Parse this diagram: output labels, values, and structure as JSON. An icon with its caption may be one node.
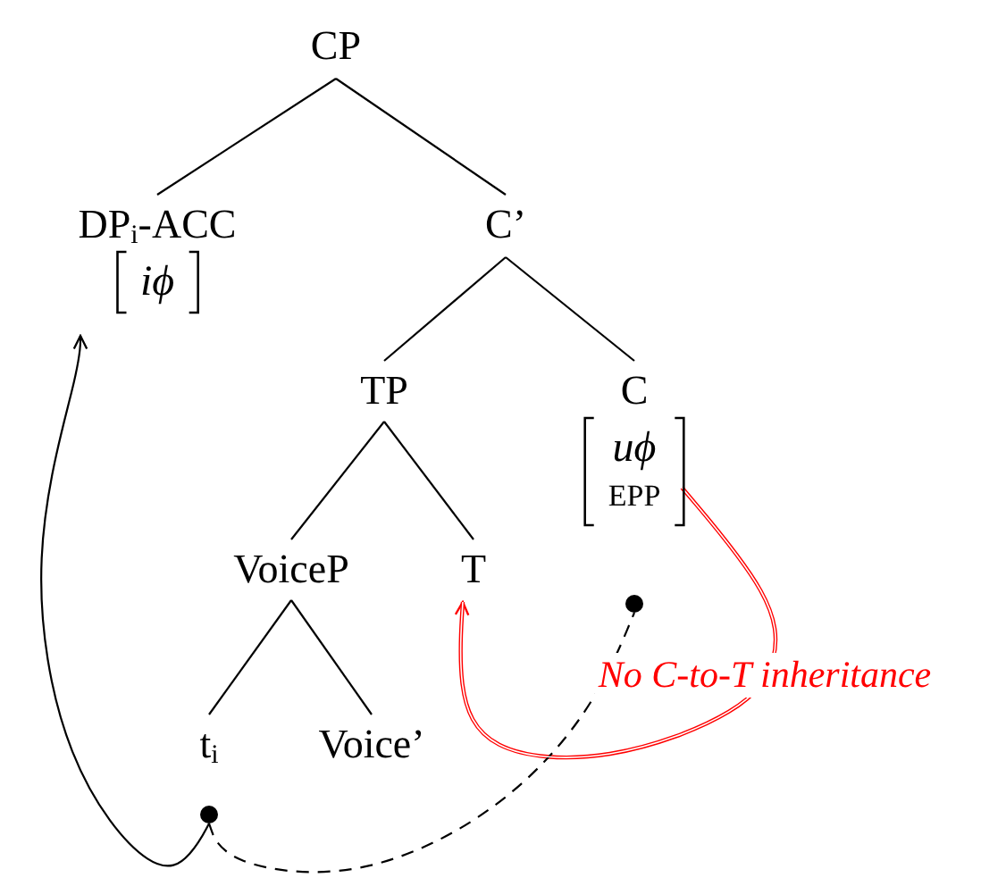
{
  "diagram": {
    "nodes": [
      {
        "text": [
          "CP"
        ]
      },
      {
        "text": [
          "DP$_{i}$-ACC",
          "iϕ"
        ]
      },
      {
        "text": [
          "C’"
        ]
      },
      {
        "text": [
          "TP"
        ]
      },
      {
        "text": [
          "C",
          "uϕ",
          "EPP"
        ]
      },
      {
        "text": [
          "VoiceP"
        ]
      },
      {
        "text": [
          "T"
        ]
      },
      {
        "text": [
          "t$_{i}$"
        ]
      },
      {
        "text": [
          "Voice’"
        ]
      },
      {
        "text": [],
        "shape": "circle"
      },
      {
        "text": [],
        "shape": "circle"
      }
    ],
    "edges": [
      {
        "from": 0,
        "to": 1,
        "arrow": "none"
      },
      {
        "from": 0,
        "to": 2,
        "arrow": "none"
      },
      {
        "from": 2,
        "to": 3,
        "arrow": "none"
      },
      {
        "from": 2,
        "to": 4,
        "arrow": "none"
      },
      {
        "from": 3,
        "to": 5,
        "arrow": "none"
      },
      {
        "from": 3,
        "to": 6,
        "arrow": "none"
      },
      {
        "from": 5,
        "to": 7,
        "arrow": "none"
      },
      {
        "from": 5,
        "to": 8,
        "arrow": "none"
      },
      {
        "from": 9,
        "to": 1,
        "arrow": "to"
      },
      {
        "from": 4,
        "to": 6,
        "arrow": "to",
        "label": "No C-to-T inheritance",
        "color": "#ff0000"
      },
      {
        "from": 9,
        "to": 10,
        "arrow": "none",
        "style": "dashed"
      }
    ]
  }
}
